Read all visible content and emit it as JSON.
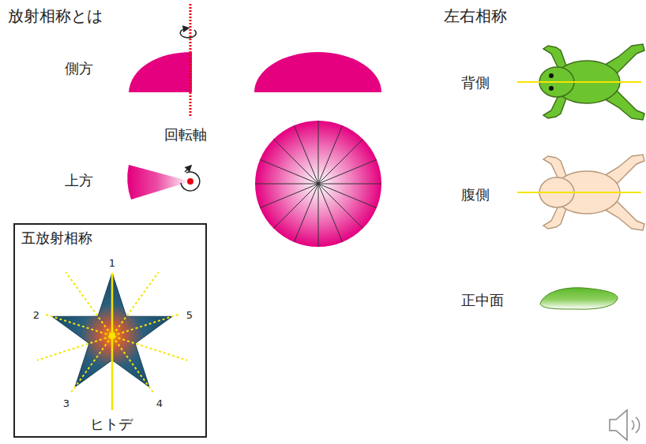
{
  "diagram": {
    "title": "放射相称とは",
    "nodes": [
      {
        "text": [
          "五放射相称"
        ]
      }
    ],
    "labels": [
      "左右相称",
      "側方",
      "背側",
      "回転軸",
      "上方",
      "腹側",
      "1",
      "2",
      "5",
      "正中面",
      "3",
      "4",
      "ヒトデ"
    ]
  }
}
